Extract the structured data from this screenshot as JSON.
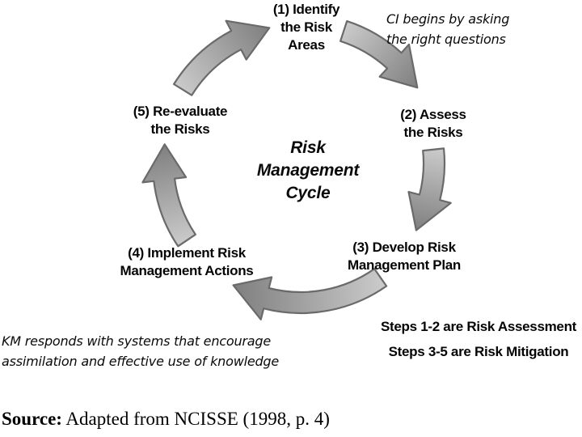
{
  "diagram": {
    "title_lines": [
      "Risk",
      "Management",
      "Cycle"
    ],
    "steps": [
      {
        "lines": [
          "(1) Identify",
          "the Risk",
          "Areas"
        ]
      },
      {
        "lines": [
          "(2) Assess",
          "the Risks"
        ]
      },
      {
        "lines": [
          "(3) Develop Risk",
          "Management Plan"
        ]
      },
      {
        "lines": [
          "(4) Implement Risk",
          "Management Actions"
        ]
      },
      {
        "lines": [
          "(5) Re-evaluate",
          "the Risks"
        ]
      }
    ],
    "annotations": {
      "top_right": [
        "CI begins by asking",
        "the right questions"
      ],
      "bottom_left": [
        "KM responds with systems that encourage",
        "assimilation and effective use of knowledge"
      ],
      "legend": [
        "Steps 1-2 are Risk Assessment",
        "Steps 3-5 are Risk Mitigation"
      ]
    },
    "source": {
      "label": "Source:",
      "text": " Adapted from NCISSE (1998, p. 4)"
    },
    "colors": {
      "background": "#ffffff",
      "text": "#050505",
      "arrow_light": "#c9c9c9",
      "arrow_dark": "#7f7f7f",
      "arrow_outline": "#6a6a6a"
    }
  }
}
